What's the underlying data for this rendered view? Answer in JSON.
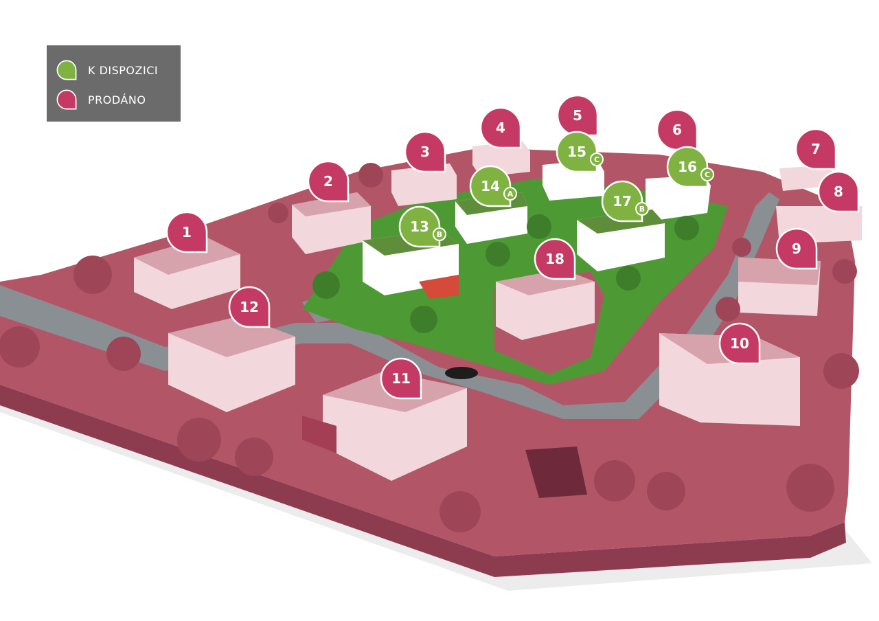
{
  "legend": {
    "available_label": "K DISPOZICI",
    "sold_label": "PRODÁNO"
  },
  "colors": {
    "available": "#7fb241",
    "sold": "#c43a64",
    "legend_bg": "#6b6b6b",
    "sold_tint": "#b25667",
    "grass": "#4d9a34",
    "road": "#8a8f94"
  },
  "markers": [
    {
      "id": "1",
      "label": "1",
      "status": "sold",
      "badge": ""
    },
    {
      "id": "2",
      "label": "2",
      "status": "sold",
      "badge": ""
    },
    {
      "id": "3",
      "label": "3",
      "status": "sold",
      "badge": ""
    },
    {
      "id": "4",
      "label": "4",
      "status": "sold",
      "badge": ""
    },
    {
      "id": "5",
      "label": "5",
      "status": "sold",
      "badge": ""
    },
    {
      "id": "6",
      "label": "6",
      "status": "sold",
      "badge": ""
    },
    {
      "id": "7",
      "label": "7",
      "status": "sold",
      "badge": ""
    },
    {
      "id": "8",
      "label": "8",
      "status": "sold",
      "badge": ""
    },
    {
      "id": "9",
      "label": "9",
      "status": "sold",
      "badge": ""
    },
    {
      "id": "10",
      "label": "10",
      "status": "sold",
      "badge": ""
    },
    {
      "id": "11",
      "label": "11",
      "status": "sold",
      "badge": ""
    },
    {
      "id": "12",
      "label": "12",
      "status": "sold",
      "badge": ""
    },
    {
      "id": "13",
      "label": "13",
      "status": "available",
      "badge": "B"
    },
    {
      "id": "14",
      "label": "14",
      "status": "available",
      "badge": "A"
    },
    {
      "id": "15",
      "label": "15",
      "status": "available",
      "badge": "C"
    },
    {
      "id": "16",
      "label": "16",
      "status": "available",
      "badge": "C"
    },
    {
      "id": "17",
      "label": "17",
      "status": "available",
      "badge": "B"
    },
    {
      "id": "18",
      "label": "18",
      "status": "sold",
      "badge": ""
    }
  ]
}
